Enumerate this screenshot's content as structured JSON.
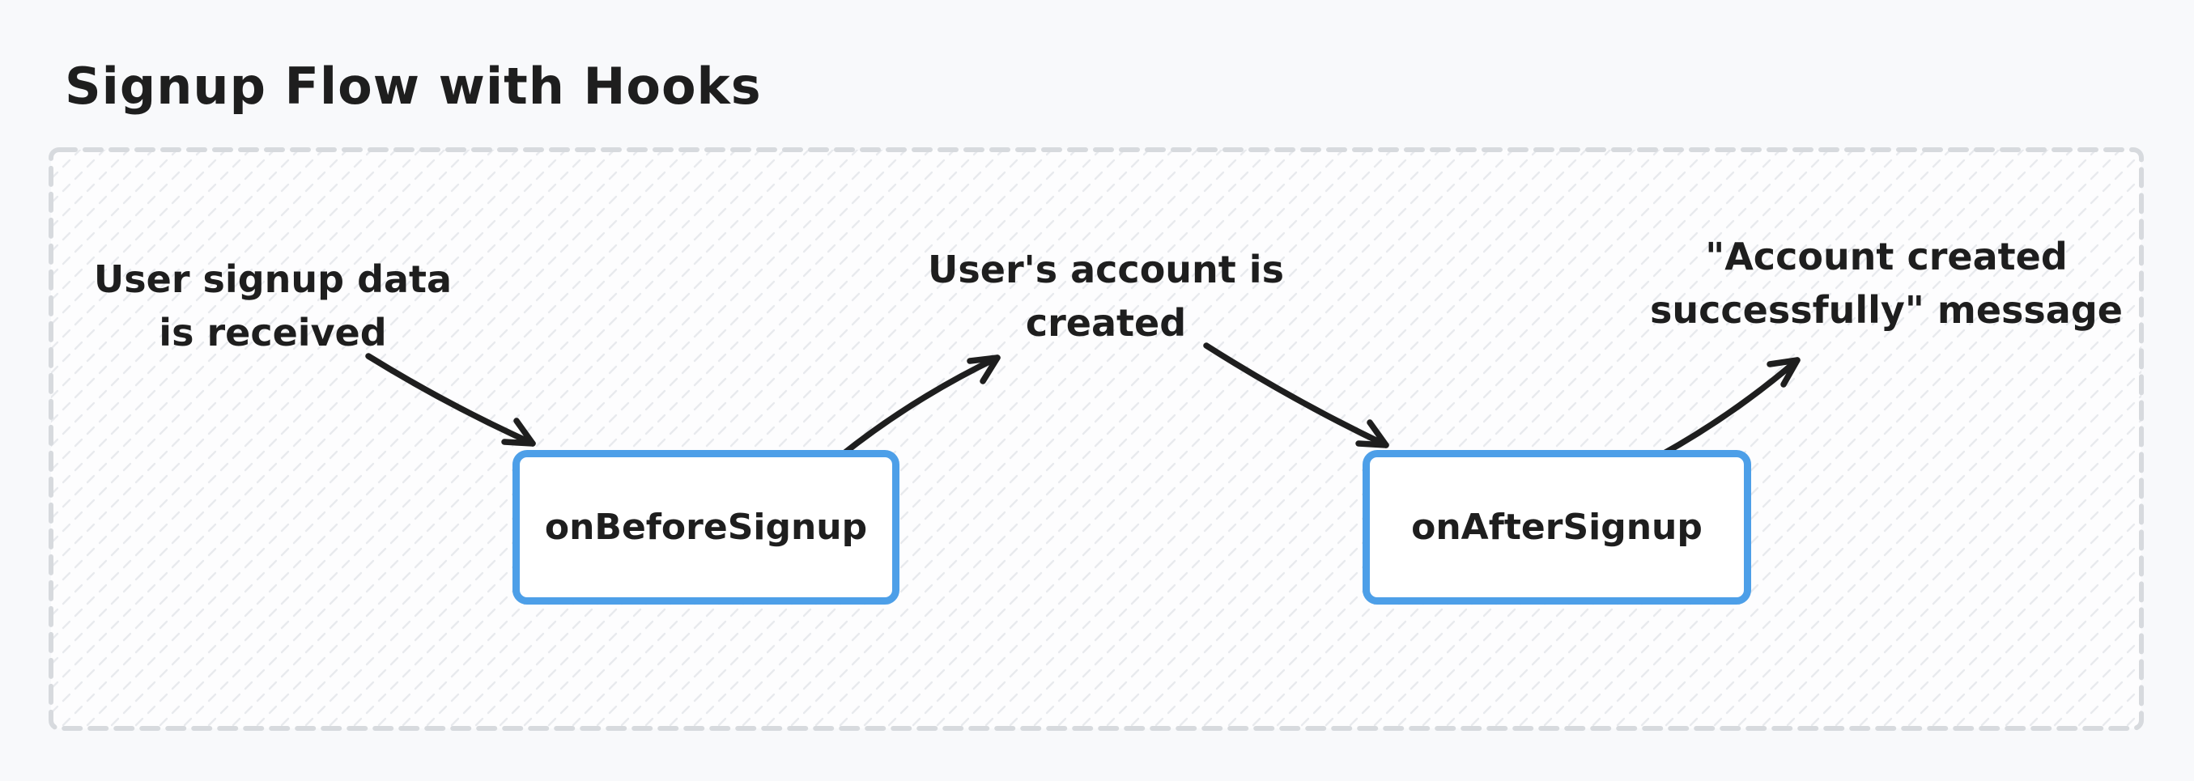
{
  "title": "Signup Flow with Hooks",
  "colors": {
    "background": "#f8f9fb",
    "frame_fill": "#fdfdfe",
    "frame_dash": "#d7dade",
    "hatch": "#e8eaee",
    "ink": "#1e1e1e",
    "node_border": "#4d9fe8",
    "node_fill": "#ffffff"
  },
  "annotations": [
    {
      "id": "signup-data-received",
      "text": "User signup data\nis received"
    },
    {
      "id": "account-created",
      "text": "User's account is\ncreated"
    },
    {
      "id": "success-message",
      "text": "\"Account created\nsuccessfully\" message"
    }
  ],
  "nodes": [
    {
      "id": "on-before-signup",
      "label": "onBeforeSignup"
    },
    {
      "id": "on-after-signup",
      "label": "onAfterSignup"
    }
  ]
}
